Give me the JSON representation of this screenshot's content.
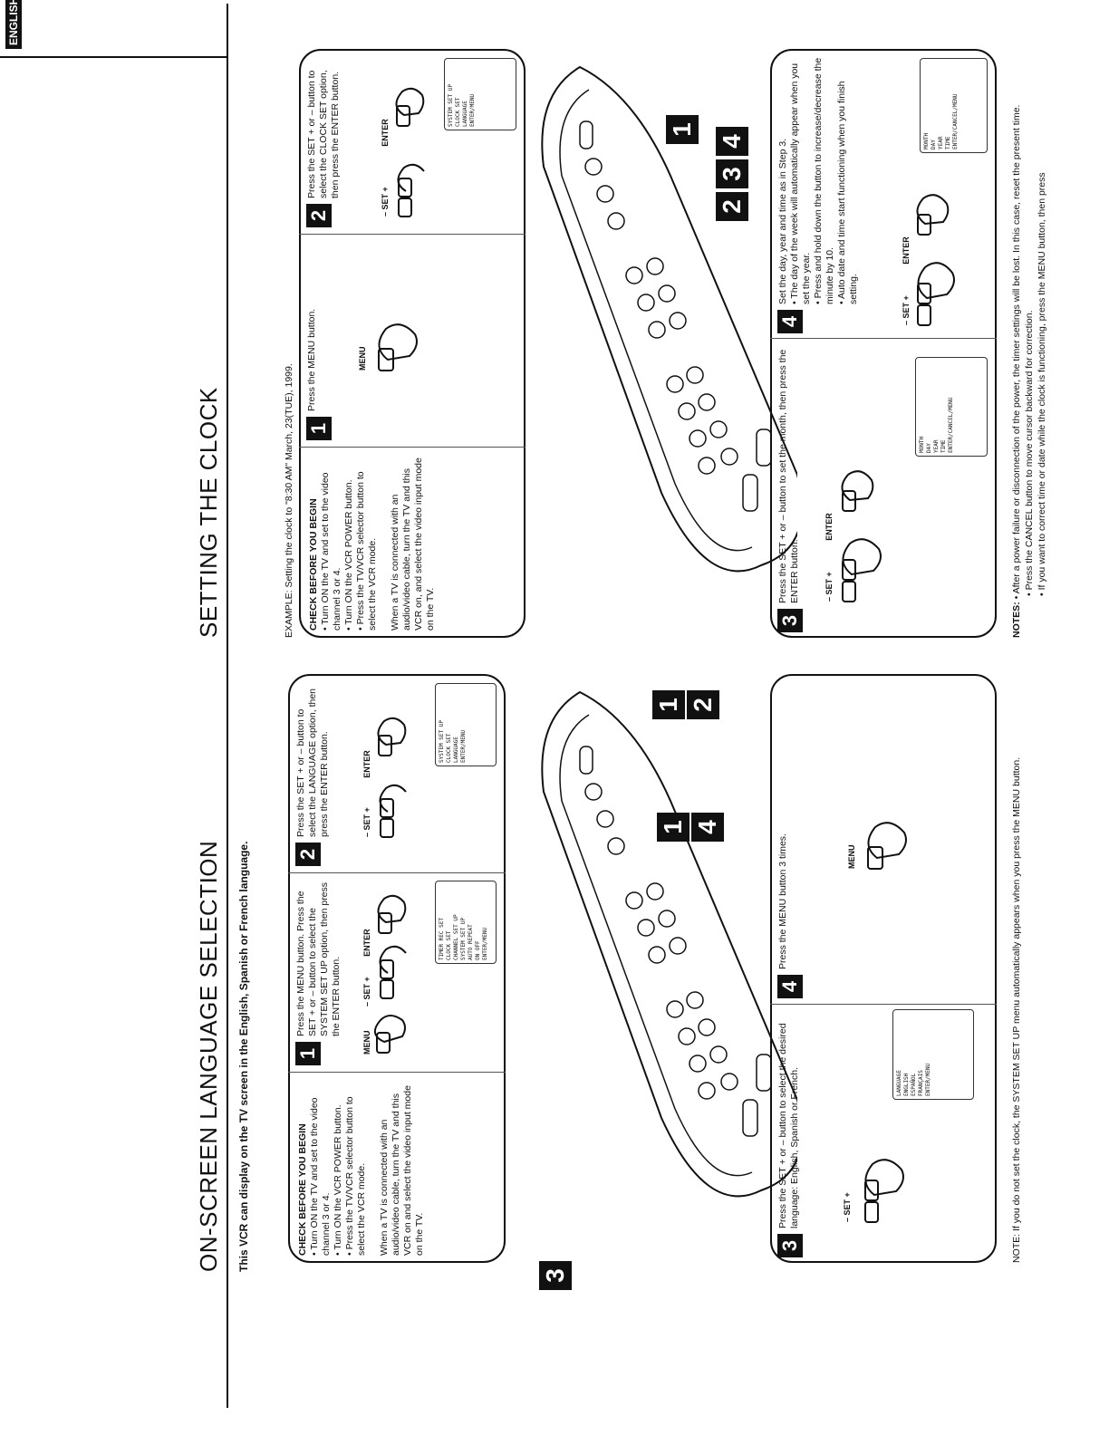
{
  "badge": "ENGLISH",
  "left": {
    "title": "ON-SCREEN LANGUAGE SELECTION",
    "intro": "This VCR can display on the TV screen in the English, Spanish or French language.",
    "check_title": "CHECK BEFORE YOU BEGIN",
    "check_items": [
      "• Turn ON the TV and set to the video channel 3 or 4.",
      "• Turn ON the VCR POWER button.",
      "• Press the TV/VCR selector button to select the VCR mode."
    ],
    "check_note": "When a TV is connected with an audio/video cable, turn the TV and this VCR on and select the video input mode on the TV.",
    "step1_num": "1",
    "step1_text": "Press the MENU button. Press the SET + or – button to select the SYSTEM SET UP option, then press the ENTER button.",
    "step2_num": "2",
    "step2_text": "Press the SET + or – button to select the LANGUAGE option, then press the ENTER button.",
    "step3_num": "3",
    "step3_text": "Press the SET + or – button to select the desired language: English, Spanish or French.",
    "step4_num": "4",
    "step4_text": "Press the MENU button 3 times.",
    "screen1": [
      "TIMER REC SET",
      "CLOCK SET",
      "CHANNEL SET UP",
      "SYSTEM SET UP",
      "AUTO REPEAT",
      "ON  OFF",
      "ENTER/MENU"
    ],
    "screen2": [
      "SYSTEM SET UP",
      "CLOCK SET",
      "LANGUAGE",
      "ENTER/MENU"
    ],
    "screen3": [
      "LANGUAGE",
      "ENGLISH",
      "ESPAÑOL",
      "FRANÇAIS",
      "ENTER/MENU"
    ],
    "callouts": [
      "3",
      "1",
      "2",
      "1",
      "4"
    ],
    "note": "NOTE: If you do not set the clock, the SYSTEM SET UP menu automatically appears when you press the MENU button."
  },
  "right": {
    "title": "SETTING THE CLOCK",
    "example": "EXAMPLE: Setting the clock to \"8:30 AM\" March, 23(TUE), 1999.",
    "check_title": "CHECK BEFORE YOU BEGIN",
    "check_items": [
      "• Turn ON the TV and set to the video channel 3 or 4.",
      "• Turn ON the VCR POWER button.",
      "• Press the TV/VCR selector button to select the VCR mode."
    ],
    "check_note": "When a TV is connected with an audio/video cable, turn the TV and this VCR on, and select the video input mode on the TV.",
    "step1_num": "1",
    "step1_text": "Press the MENU button.",
    "step2_num": "2",
    "step2_text": "Press the SET + or – button to select the CLOCK SET option, then press the ENTER button.",
    "step3_num": "3",
    "step3_text": "Press the SET + or – button to set the month, then press the ENTER button.",
    "step4_num": "4",
    "step4_text": "Set the day, year and time as in Step 3.",
    "step4_bullets": [
      "• The day of the week will automatically appear when you set the year.",
      "• Press and hold down the button to increase/decrease the minute by 10.",
      "• Auto date and time start functioning when you finish setting."
    ],
    "screen_step2": [
      "SYSTEM SET UP",
      "CLOCK SET",
      "LANGUAGE",
      "ENTER/MENU"
    ],
    "screen_step3": [
      "MONTH",
      "DAY",
      "YEAR",
      "TIME",
      "ENTER/CANCEL/MENU"
    ],
    "screen_step4": [
      "MONTH",
      "DAY",
      "YEAR",
      "TIME",
      "ENTER/CANCEL/MENU"
    ],
    "callouts": [
      "1",
      "2",
      "3",
      "4"
    ],
    "notes_label": "NOTES:",
    "notes": [
      "• After a power failure or disconnection of the power, the timer settings will be lost. In this case, reset the present time.",
      "• Press the CANCEL button to move cursor backward for correction.",
      "• If you want to correct time or date while the clock is functioning, press the MENU button, then press"
    ]
  },
  "labels": {
    "menu": "MENU",
    "set": "– SET +",
    "enter": "ENTER"
  }
}
